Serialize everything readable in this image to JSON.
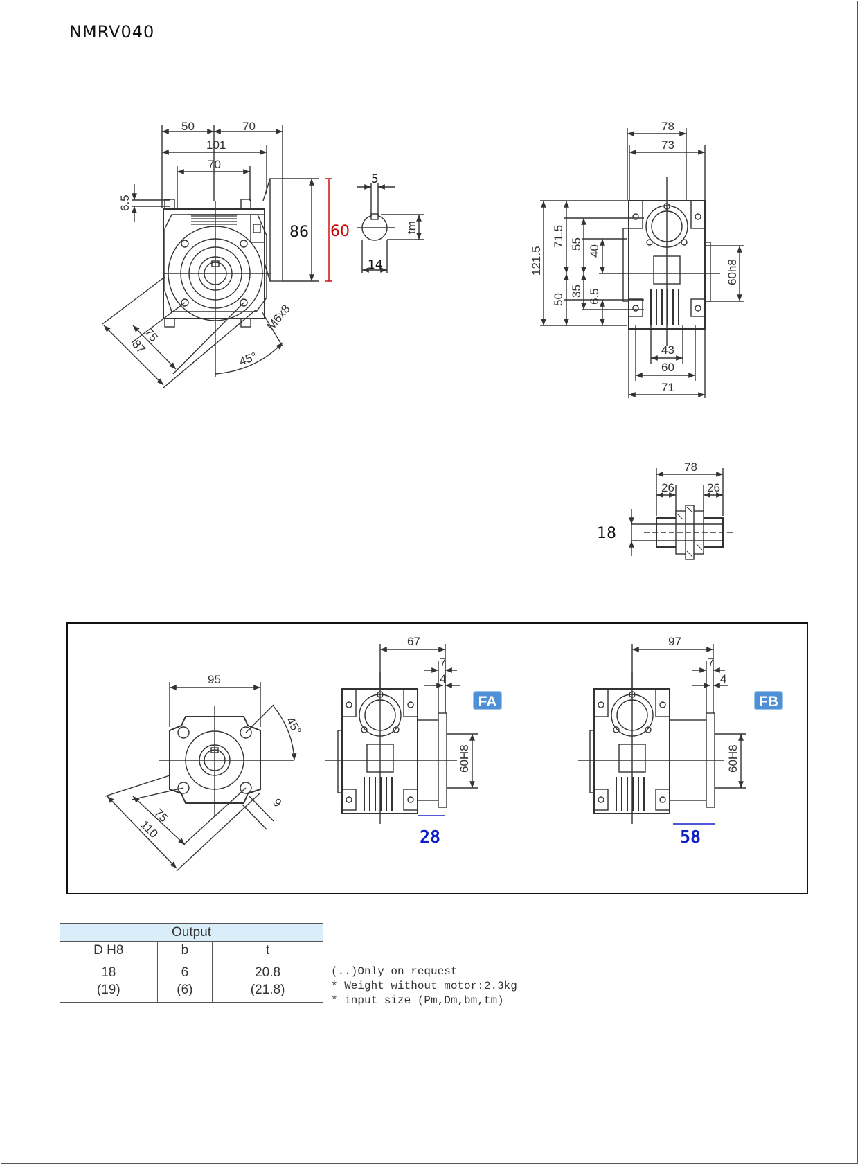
{
  "title": "NMRV040",
  "front_view": {
    "dims": {
      "w50": "50",
      "w70a": "70",
      "w101": "101",
      "w70b": "70",
      "h65": "6.5",
      "h86": "86",
      "h60": "60",
      "d75": "75",
      "d87": "87",
      "angle": "45°",
      "thread": "M6x8"
    }
  },
  "key_view": {
    "key": "5",
    "shaft": "14",
    "tm": "tm"
  },
  "side_view": {
    "dims": {
      "w78": "78",
      "w73": "73",
      "h1215": "121.5",
      "h715": "71.5",
      "h55": "55",
      "h40": "40",
      "h50": "50",
      "h35": "35",
      "h65": "6.5",
      "d60h8": "60h8",
      "w43": "43",
      "w60": "60",
      "w71": "71"
    }
  },
  "shaft_view": {
    "w78": "78",
    "w26a": "26",
    "w26b": "26",
    "d18": "18"
  },
  "flange": {
    "square": {
      "w95": "95",
      "d75": "75",
      "d110": "110",
      "hole": "9",
      "angle": "45°"
    },
    "fa": {
      "badge": "FA",
      "w67": "67",
      "w7": "7",
      "w4": "4",
      "d60h8": "60H8",
      "length": "28"
    },
    "fb": {
      "badge": "FB",
      "w97": "97",
      "w7": "7",
      "w4": "4",
      "d60h8": "60H8",
      "length": "58"
    }
  },
  "table": {
    "header": "Output",
    "columns": [
      "D H8",
      "b",
      "t"
    ],
    "rows": [
      [
        "18",
        "6",
        "20.8"
      ],
      [
        "(19)",
        "(6)",
        "(21.8)"
      ]
    ]
  },
  "notes": [
    "(..)Only on request",
    "* Weight without motor:2.3kg",
    "* input size (Pm,Dm,bm,tm)"
  ],
  "colors": {
    "accent_red": "#cc0000",
    "accent_blue": "#1020c8",
    "badge": "#4f8fd6"
  }
}
